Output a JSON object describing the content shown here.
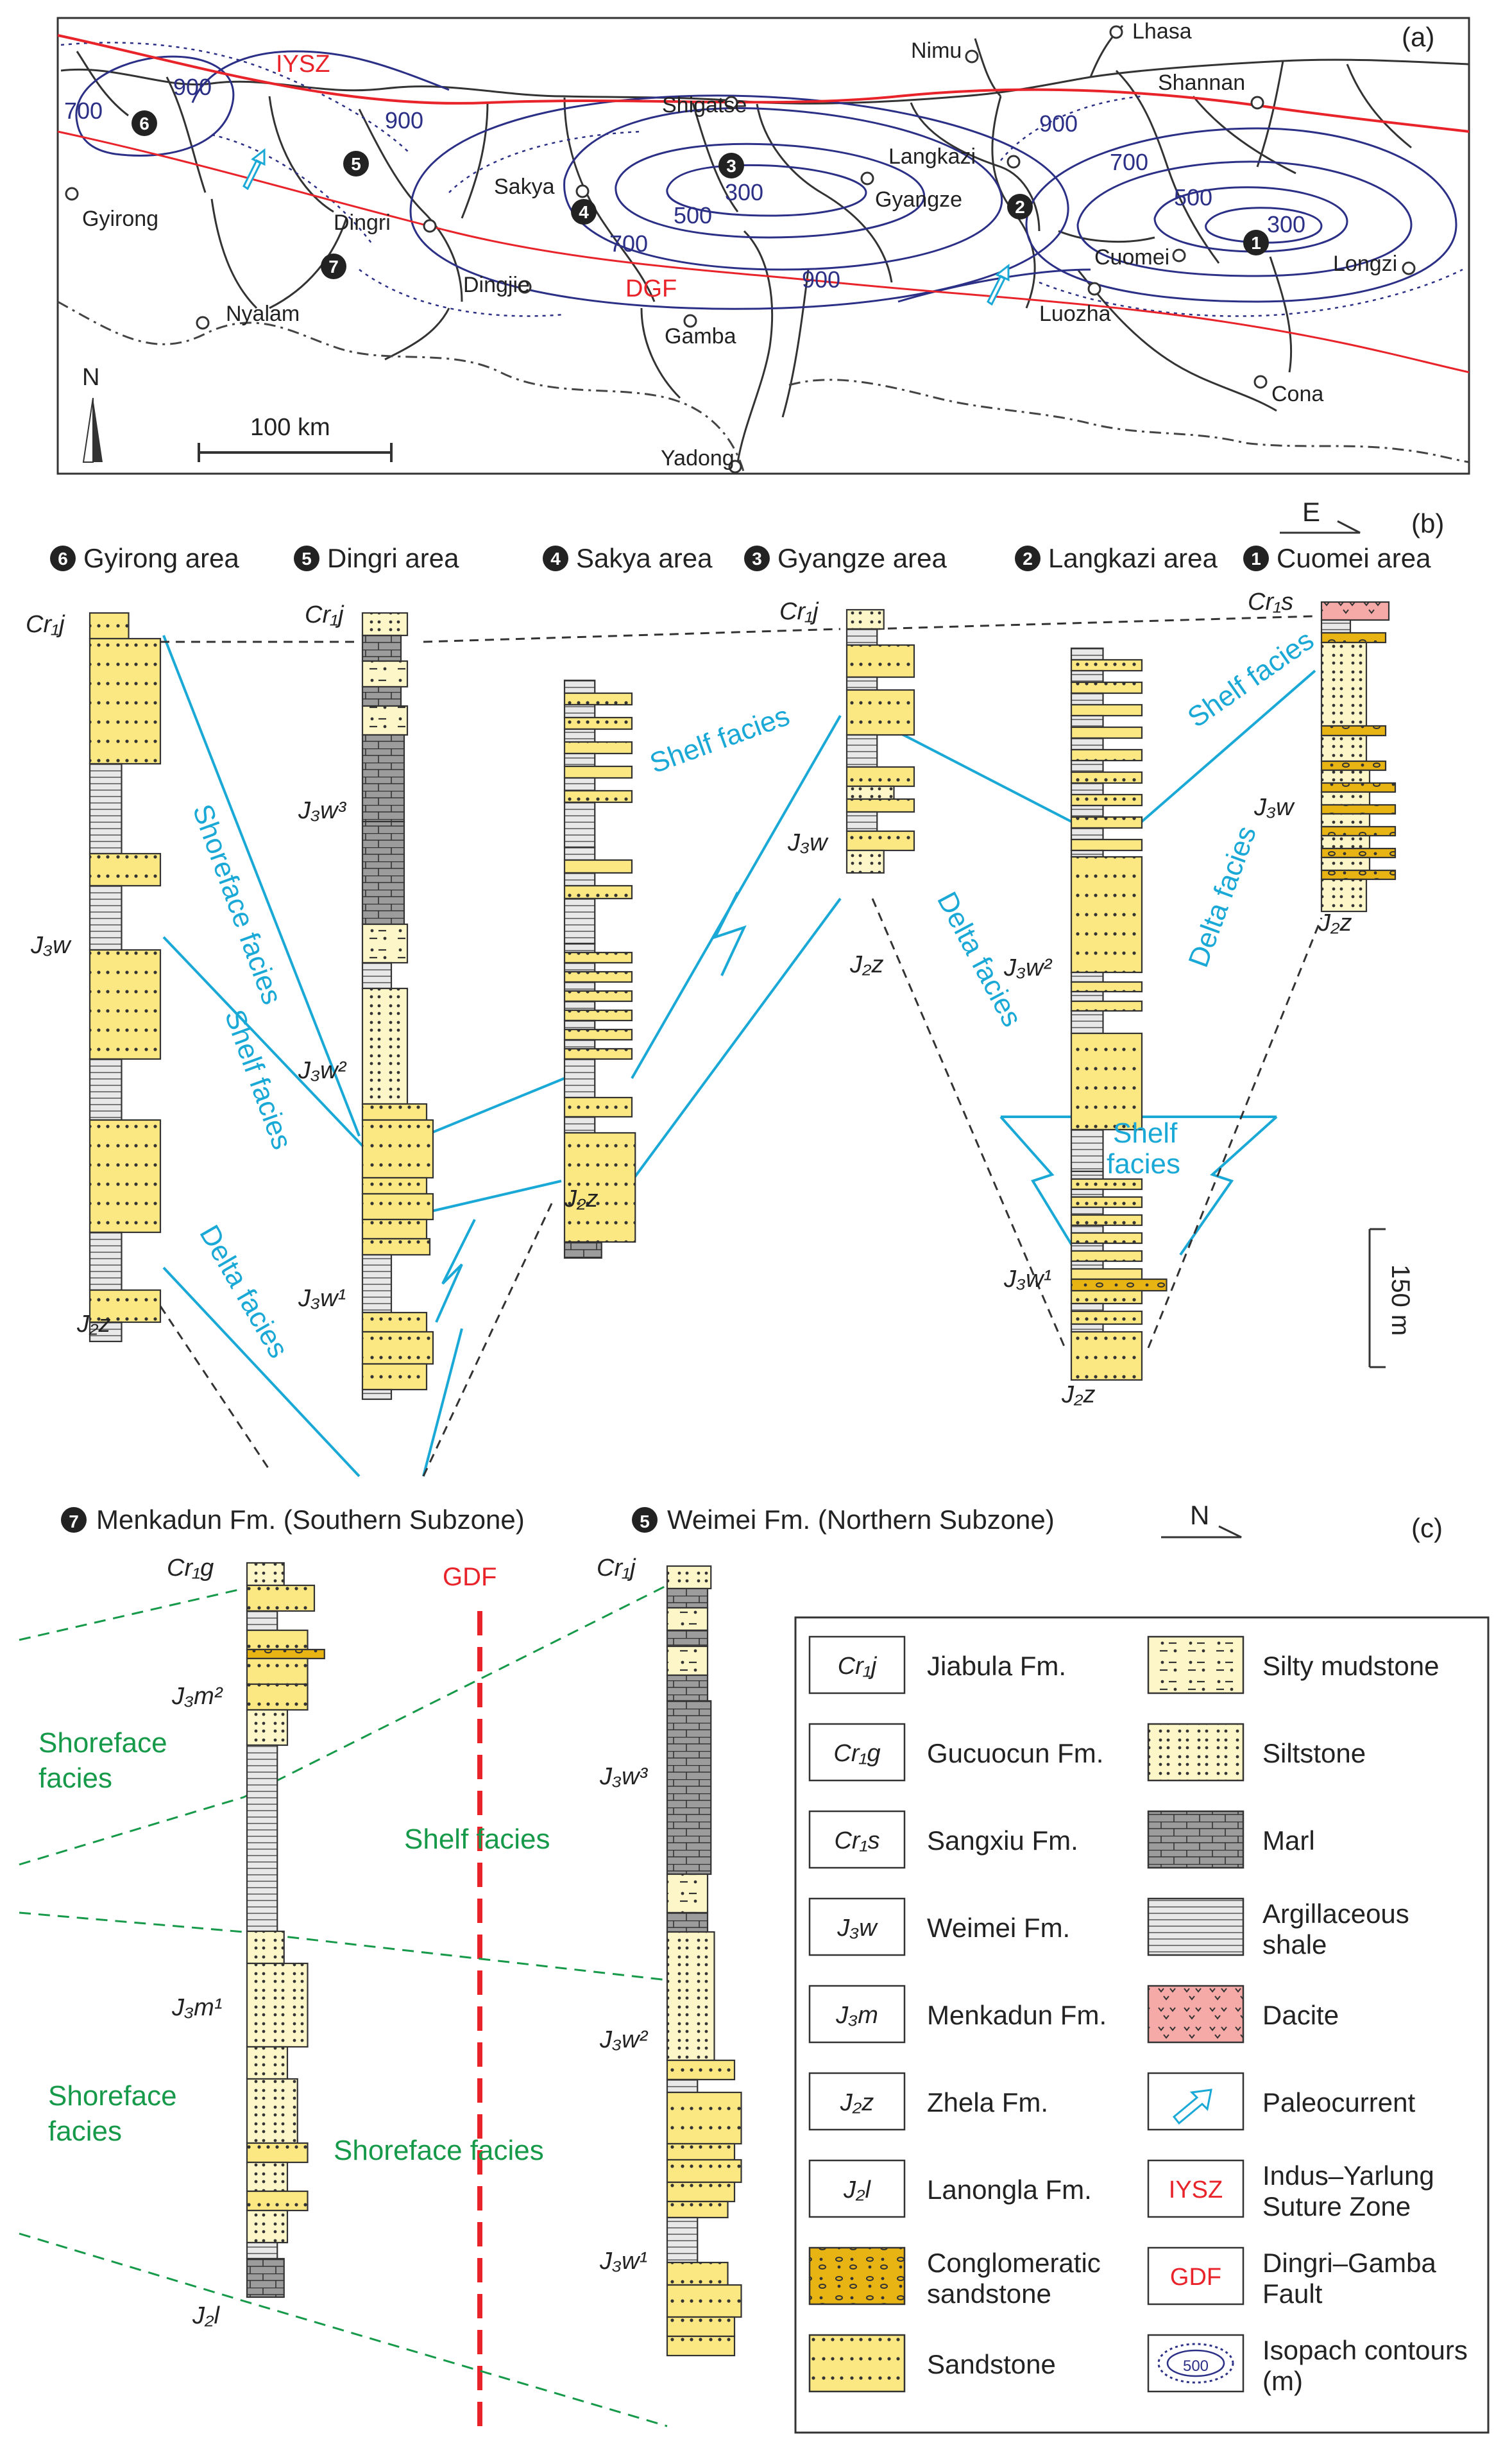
{
  "panels": {
    "a": {
      "tag": "(a)"
    },
    "b": {
      "tag": "(b)",
      "direction": "E"
    },
    "c": {
      "tag": "(c)",
      "direction": "N"
    }
  },
  "map": {
    "cities": [
      "Lhasa",
      "Nimu",
      "Shannan",
      "Shigatse",
      "Langkazi",
      "Gyangze",
      "Sakya",
      "Gyirong",
      "Dingri",
      "Dingjie",
      "Nyalam",
      "Gamba",
      "Cuomei",
      "Longzi",
      "Luozha",
      "Cona",
      "Yadong"
    ],
    "fault_labels": {
      "iysz": "IYSZ",
      "dgf": "DGF"
    },
    "contours": {
      "c700a": "700",
      "c900a": "900",
      "c900b": "900",
      "c500a": "500",
      "c300a": "300",
      "c700b": "700",
      "c900c": "900",
      "c900d": "900",
      "c700c": "700",
      "c500b": "500",
      "c300b": "300"
    },
    "north": "N",
    "scale": "100 km",
    "badges": [
      "1",
      "2",
      "3",
      "4",
      "5",
      "6",
      "7"
    ]
  },
  "sections_b": {
    "titles": [
      "Gyirong area",
      "Dingri area",
      "Sakya area",
      "Gyangze area",
      "Langkazi area",
      "Cuomei area"
    ],
    "badges": [
      "6",
      "5",
      "4",
      "3",
      "2",
      "1"
    ],
    "fm_labels": {
      "gy_top": "Cr₁j",
      "gy_mid": "J₃w",
      "gy_bot": "J₂z",
      "di_top": "Cr₁j",
      "di_w3": "J₃w³",
      "di_w2": "J₃w²",
      "di_w1": "J₃w¹",
      "sa_bot": "J₂z",
      "gz_top": "Cr₁j",
      "gz_mid": "J₃w",
      "gz_bot": "J₂z",
      "la_w2": "J₃w²",
      "la_w1": "J₃w¹",
      "la_bot": "J₂z",
      "cu_top": "Cr₁s",
      "cu_mid": "J₃w",
      "cu_bot": "J₂z"
    },
    "facies": {
      "shoreface": "Shoreface facies",
      "shelf_left": "Shelf facies",
      "delta_left": "Delta facies",
      "shelf_mid": "Shelf facies",
      "delta_mid": "Delta facies",
      "shelf_low1": "Shelf",
      "shelf_low2": "facies",
      "shelf_right": "Shelf facies",
      "delta_right": "Delta facies"
    },
    "scale_bar": "150 m"
  },
  "sections_c": {
    "title_left": "Menkadun Fm. (Southern Subzone)",
    "title_right": "Weimei Fm. (Northern Subzone)",
    "badge_left": "7",
    "badge_right": "5",
    "gdf": "GDF",
    "fm_labels": {
      "m_top": "Cr₁g",
      "m2": "J₃m²",
      "m1": "J₃m¹",
      "m_bot": "J₂l",
      "w_top": "Cr₁j",
      "w3": "J₃w³",
      "w2": "J₃w²",
      "w1": "J₃w¹"
    },
    "facies": {
      "shore1a": "Shoreface",
      "shore1b": "facies",
      "shelf": "Shelf facies",
      "shore2a": "Shoreface",
      "shore2b": "facies",
      "shore_mid": "Shoreface facies"
    }
  },
  "legend": {
    "left": [
      {
        "code": "Cr₁j",
        "name": "Jiabula Fm."
      },
      {
        "code": "Cr₁g",
        "name": "Gucuocun Fm."
      },
      {
        "code": "Cr₁s",
        "name": "Sangxiu Fm."
      },
      {
        "code": "J₃w",
        "name": "Weimei Fm."
      },
      {
        "code": "J₃m",
        "name": "Menkadun Fm."
      },
      {
        "code": "J₂z",
        "name": "Zhela Fm."
      },
      {
        "code": "J₂l",
        "name": "Lanongla Fm."
      },
      {
        "code": "",
        "name": "Conglomeratic",
        "name2": "sandstone"
      },
      {
        "code": "",
        "name": "Sandstone"
      }
    ],
    "right": [
      {
        "name": "Silty mudstone"
      },
      {
        "name": "Siltstone"
      },
      {
        "name": "Marl"
      },
      {
        "name": "Argillaceous",
        "name2": "shale"
      },
      {
        "name": "Dacite"
      },
      {
        "name": "Paleocurrent"
      },
      {
        "code": "IYSZ",
        "name": "Indus–Yarlung",
        "name2": "Suture Zone"
      },
      {
        "code": "GDF",
        "name": "Dingri–Gamba",
        "name2": "Fault"
      },
      {
        "code": "500",
        "name": "Isopach contours",
        "name2": "(m)"
      }
    ]
  },
  "colors": {
    "sand": "#fbe882",
    "silt": "#fdf6c8",
    "marl": "#9c9c9c",
    "shale": "#e6e6e6",
    "congl": "#e8b413",
    "dacite": "#f5aaa8",
    "red": "#e8232a",
    "navy": "#2b2f86",
    "cyan": "#1aa9d6",
    "green": "#169a4a"
  }
}
